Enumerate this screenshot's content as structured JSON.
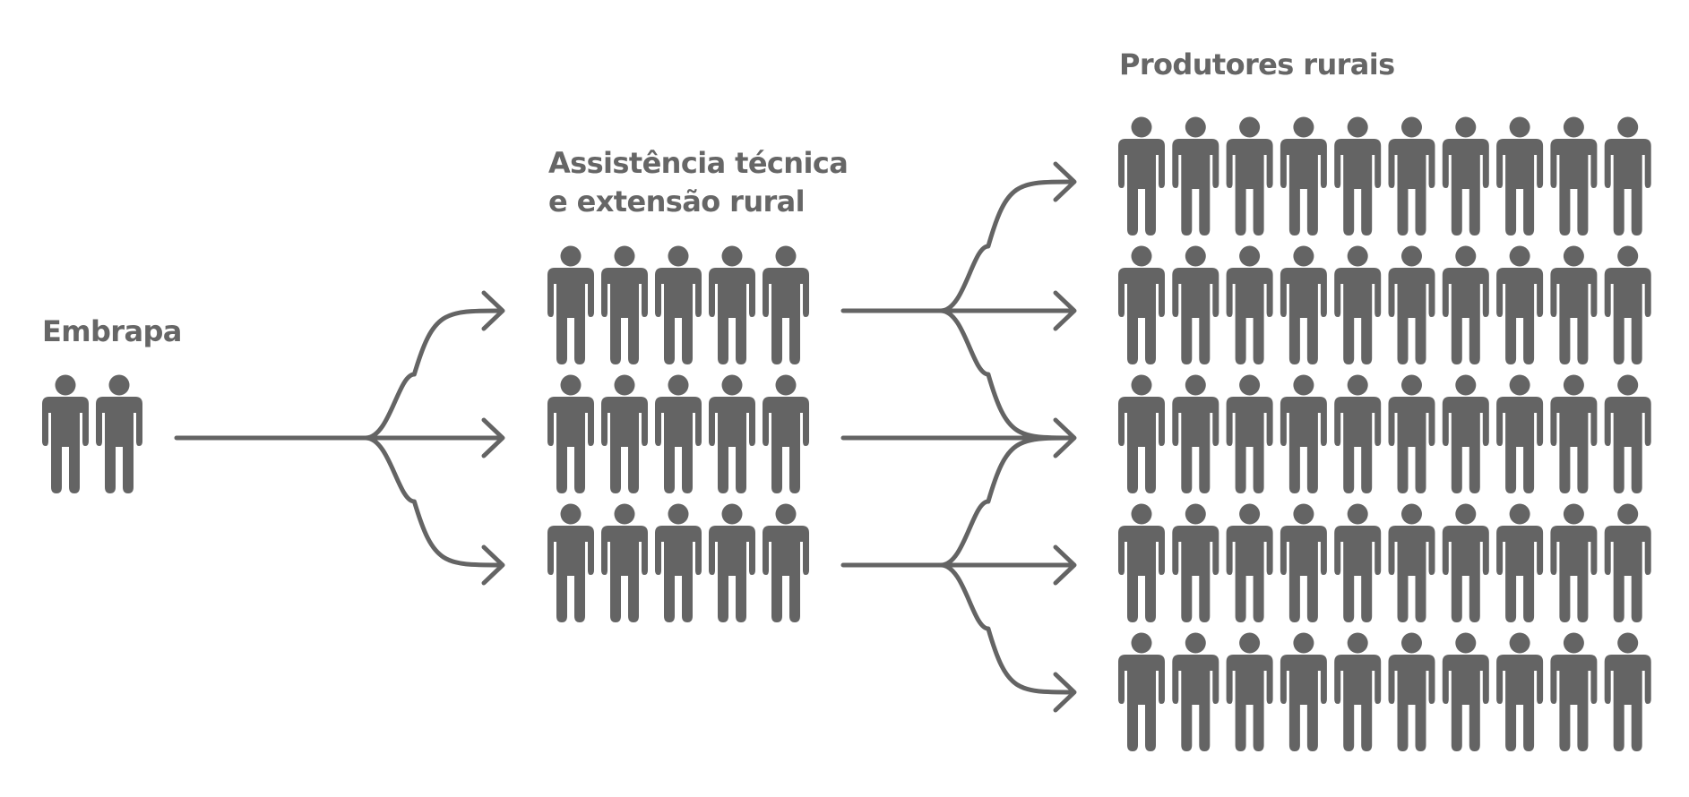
{
  "diagram": {
    "colors": {
      "figure": "#646464",
      "arrow": "#646464",
      "label": "#666666",
      "background": "#ffffff"
    },
    "groups": {
      "embrapa": {
        "label": "Embrapa",
        "person_count": 2,
        "rows": 1,
        "columns": 2,
        "icon": "person-icon"
      },
      "assistencia": {
        "label_line_1": "Assistência técnica",
        "label_line_2": "e extensão rural",
        "person_count": 15,
        "rows": 3,
        "columns": 5,
        "icon": "person-icon"
      },
      "produtores": {
        "label": "Produtores rurais",
        "person_count": 50,
        "rows": 5,
        "columns": 10,
        "icon": "person-icon"
      }
    },
    "flows": [
      {
        "from": "embrapa",
        "to": "assistencia",
        "branches": 3
      },
      {
        "from": "assistencia",
        "to": "produtores",
        "branches": 5
      }
    ]
  }
}
